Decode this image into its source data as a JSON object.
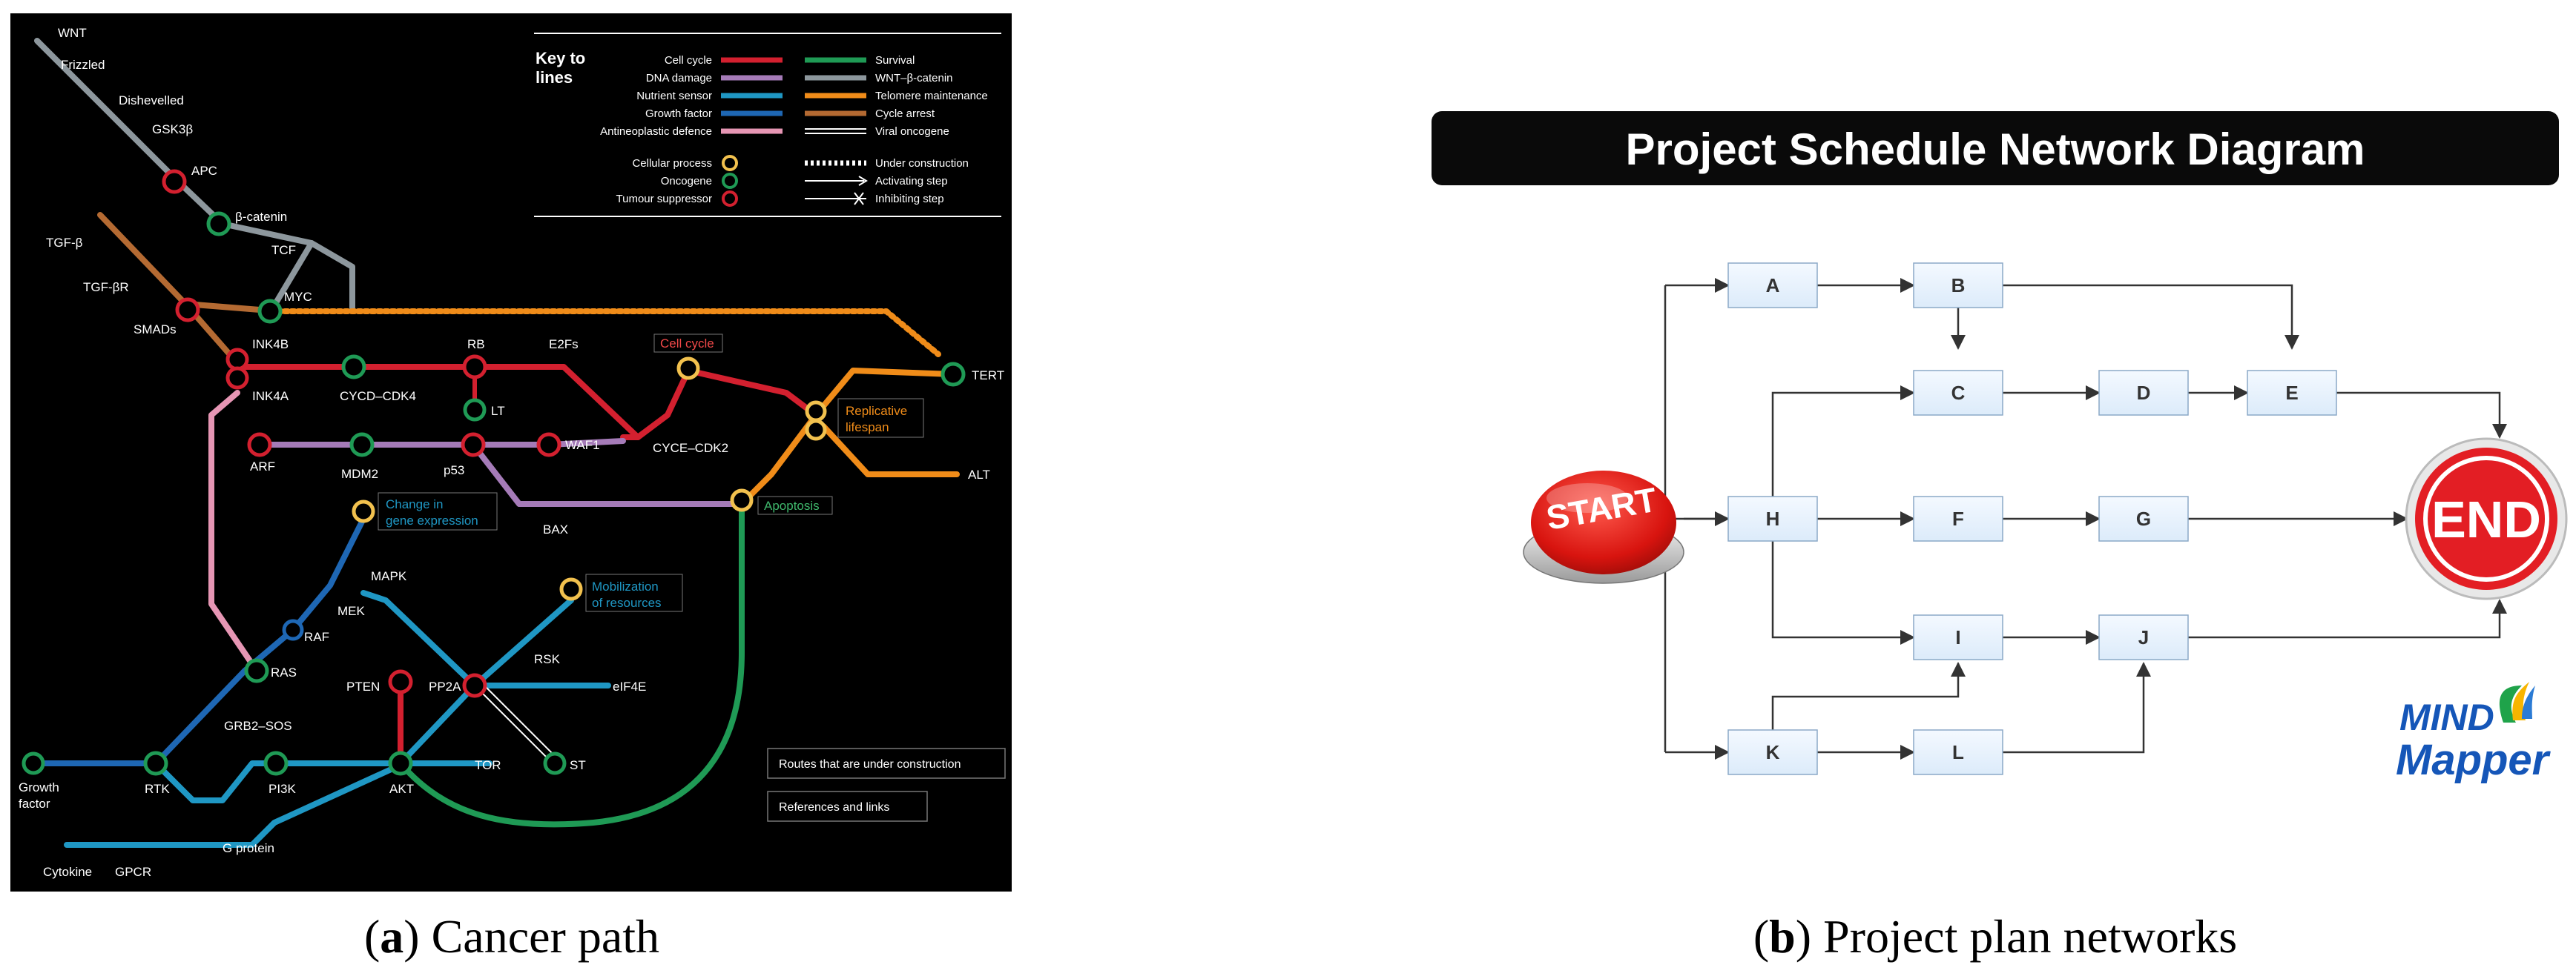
{
  "panel_a": {
    "caption": {
      "letter": "a",
      "text": " Cancer path"
    },
    "key": {
      "title_line1": "Key to",
      "title_line2": "lines",
      "left_lines": [
        {
          "label": "Cell cycle",
          "color": "#d3202f"
        },
        {
          "label": "DNA damage",
          "color": "#a57bb8"
        },
        {
          "label": "Nutrient sensor",
          "color": "#1f97c4"
        },
        {
          "label": "Growth factor",
          "color": "#1e67b4"
        },
        {
          "label": "Antineoplastic defence",
          "color": "#e696b4"
        }
      ],
      "right_lines": [
        {
          "label": "Survival",
          "color": "#1f9a55"
        },
        {
          "label": "WNT–β-catenin",
          "color": "#8d979d"
        },
        {
          "label": "Telomere maintenance",
          "color": "#f08c19"
        },
        {
          "label": "Cycle arrest",
          "color": "#b46a32"
        },
        {
          "label": "Viral oncogene",
          "color": "#ffffff"
        }
      ],
      "node_types": [
        {
          "label": "Cellular process",
          "color": "#f2c14e"
        },
        {
          "label": "Oncogene",
          "color": "#1f9a55"
        },
        {
          "label": "Tumour suppressor",
          "color": "#d3202f"
        }
      ],
      "step_types": [
        {
          "label": "Under construction"
        },
        {
          "label": "Activating step"
        },
        {
          "label": "Inhibiting step"
        }
      ]
    },
    "nodes": {
      "wnt": "WNT",
      "frizzled": "Frizzled",
      "dishevelled": "Dishevelled",
      "gsk3b": "GSK3β",
      "apc": "APC",
      "bcatenin": "β-catenin",
      "tcf": "TCF",
      "tgfb": "TGF-β",
      "tgfbr": "TGF-βR",
      "smads": "SMADs",
      "myc": "MYC",
      "ink4b": "INK4B",
      "ink4a": "INK4A",
      "cycd": "CYCD–CDK4",
      "rb": "RB",
      "e2fs": "E2Fs",
      "cellcycle": "Cell cycle",
      "tert": "TERT",
      "replicative_l1": "Replicative",
      "replicative_l2": "lifespan",
      "lt": "LT",
      "arf": "ARF",
      "mdm2": "MDM2",
      "p53": "p53",
      "waf1": "WAF1",
      "cyce": "CYCE–CDK2",
      "alt": "ALT",
      "bax": "BAX",
      "apoptosis": "Apoptosis",
      "change_l1": "Change in",
      "change_l2": "gene expression",
      "mapk": "MAPK",
      "mobil_l1": "Mobilization",
      "mobil_l2": "of resources",
      "mek": "MEK",
      "raf": "RAF",
      "ras": "RAS",
      "rsk": "RSK",
      "pten": "PTEN",
      "pp2a": "PP2A",
      "eif4e": "eIF4E",
      "grb2": "GRB2–SOS",
      "growth_l1": "Growth",
      "growth_l2": "factor",
      "rtk": "RTK",
      "pi3k": "PI3K",
      "akt": "AKT",
      "tor": "TOR",
      "st": "ST",
      "gprotein": "G protein",
      "cytokine": "Cytokine",
      "gpcr": "GPCR"
    },
    "buttons": {
      "routes": "Routes that are under construction",
      "references": "References and links"
    }
  },
  "panel_b": {
    "caption": {
      "letter": "b",
      "text": " Project plan networks"
    },
    "title": "Project Schedule Network Diagram",
    "start_label": "START",
    "end_label": "END",
    "tasks": [
      "A",
      "B",
      "C",
      "D",
      "E",
      "H",
      "F",
      "G",
      "I",
      "J",
      "K",
      "L"
    ],
    "logo_line1": "MIND",
    "logo_line2": "Mapper"
  }
}
